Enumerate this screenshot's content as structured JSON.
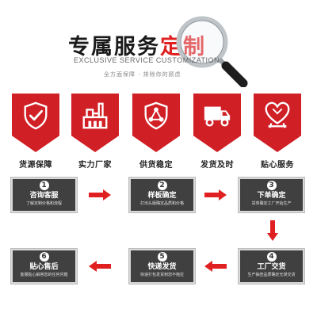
{
  "header": {
    "title_dark": "专属服务",
    "title_accent": "定制",
    "subtitle_en": "EXCLUSIVE SERVICE CUSTOMIZATION",
    "subtitle_cn": "全方面保障 · 排除你的顾虑",
    "magnifier_icon": "magnifying-glass"
  },
  "colors": {
    "accent": "#d11f26",
    "step_bg": "#404040",
    "arrow": "#e02020"
  },
  "features": [
    {
      "label": "货源保障",
      "icon": "shield-check-icon"
    },
    {
      "label": "实力厂家",
      "icon": "factory-icon"
    },
    {
      "label": "供货稳定",
      "icon": "network-shield-icon"
    },
    {
      "label": "发货及时",
      "icon": "delivery-truck-icon"
    },
    {
      "label": "贴心服务",
      "icon": "heart-hand-icon"
    }
  ],
  "steps": [
    {
      "num": "1",
      "name": "咨询客服",
      "desc": "了解定制价格和流程"
    },
    {
      "num": "2",
      "name": "样板确定",
      "desc": "打出头版确定品质和价格"
    },
    {
      "num": "3",
      "name": "下单确定",
      "desc": "货单确定工厂开始生产"
    },
    {
      "num": "4",
      "name": "工厂交货",
      "desc": "生产抽查品质确定无误交货"
    },
    {
      "num": "5",
      "name": "快递发货",
      "desc": "快递打包发货到您不拖拉"
    },
    {
      "num": "6",
      "name": "贴心售后",
      "desc": "客服贴心解答您的任何问题"
    }
  ]
}
